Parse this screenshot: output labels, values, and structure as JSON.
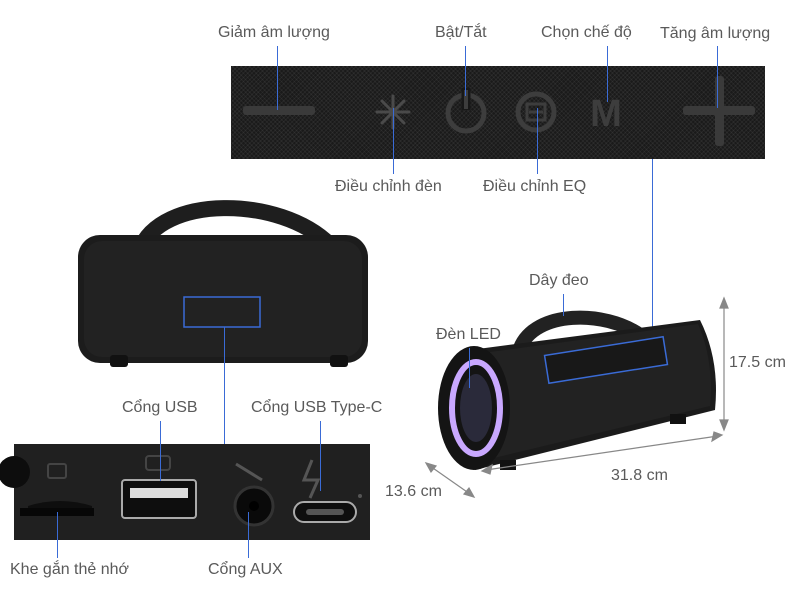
{
  "labels": {
    "volume_down": "Giảm âm lượng",
    "power": "Bật/Tắt",
    "mode": "Chọn chế độ",
    "volume_up": "Tăng âm lượng",
    "light": "Điều chỉnh đèn",
    "eq": "Điều chỉnh EQ",
    "strap": "Dây đeo",
    "led": "Đèn LED",
    "usb": "Cổng USB",
    "usb_c": "Cổng USB Type-C",
    "card_slot": "Khe gắn thẻ nhớ",
    "aux": "Cổng AUX"
  },
  "dimensions": {
    "height": "17.5 cm",
    "length": "31.8 cm",
    "depth": "13.6 cm"
  },
  "buttons": {
    "mode_letter": "M"
  },
  "colors": {
    "callout_line": "#3a6bd6",
    "device": "#181818",
    "led_glow": "#c9a8ff"
  }
}
